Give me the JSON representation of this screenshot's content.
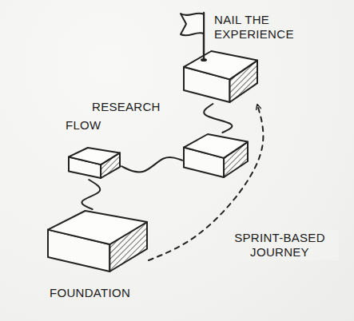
{
  "diagram": {
    "nodes": [
      {
        "text": [
          "NAIL THE EXPERIENCE"
        ]
      },
      {
        "text": [
          "RESEARCH"
        ]
      },
      {
        "text": [
          "FLOW"
        ]
      },
      {
        "text": [
          "FOUNDATION"
        ]
      }
    ],
    "edges": [
      {
        "from": 3,
        "to": 2,
        "arrow": "none"
      },
      {
        "from": 2,
        "to": 1,
        "arrow": "none"
      },
      {
        "from": 1,
        "to": 0,
        "arrow": "none"
      },
      {
        "from": 3,
        "to": 0,
        "arrow": "to",
        "label": "SPRINT-BASED JOURNEY"
      }
    ]
  }
}
